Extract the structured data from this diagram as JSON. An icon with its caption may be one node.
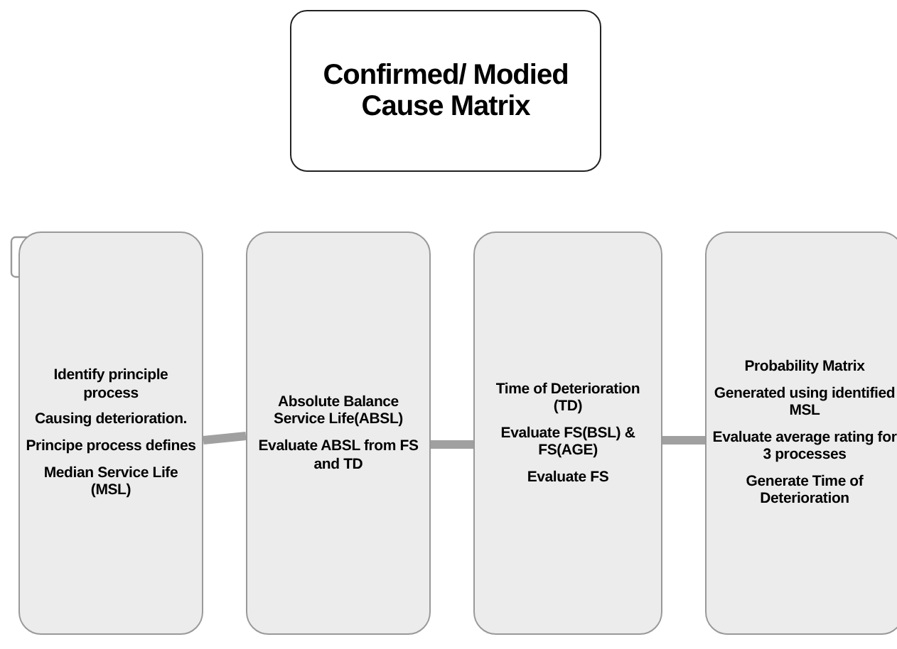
{
  "diagram": {
    "nodes": [
      {
        "text": [
          "Confirmed/ Modied Cause Matrix"
        ]
      },
      {
        "text": [
          "Identify principle process",
          "Causing deterioration.",
          "Principe process defines",
          "Median Service Life (MSL)"
        ]
      },
      {
        "text": [
          "Absolute Balance Service Life(ABSL)",
          "Evaluate ABSL from FS and TD"
        ]
      },
      {
        "text": [
          "Time of Deterioration (TD)",
          "Evaluate FS(BSL) & FS(AGE)",
          "Evaluate FS"
        ]
      },
      {
        "text": [
          "Probability Matrix",
          "Generated using identified MSL",
          "Evaluate average rating for 3 processes",
          "Generate Time of Deterioration"
        ]
      }
    ],
    "edges": [
      {
        "from": 1,
        "to": 2,
        "arrow": "none"
      },
      {
        "from": 2,
        "to": 3,
        "arrow": "none"
      },
      {
        "from": 3,
        "to": 4,
        "arrow": "none"
      }
    ]
  }
}
